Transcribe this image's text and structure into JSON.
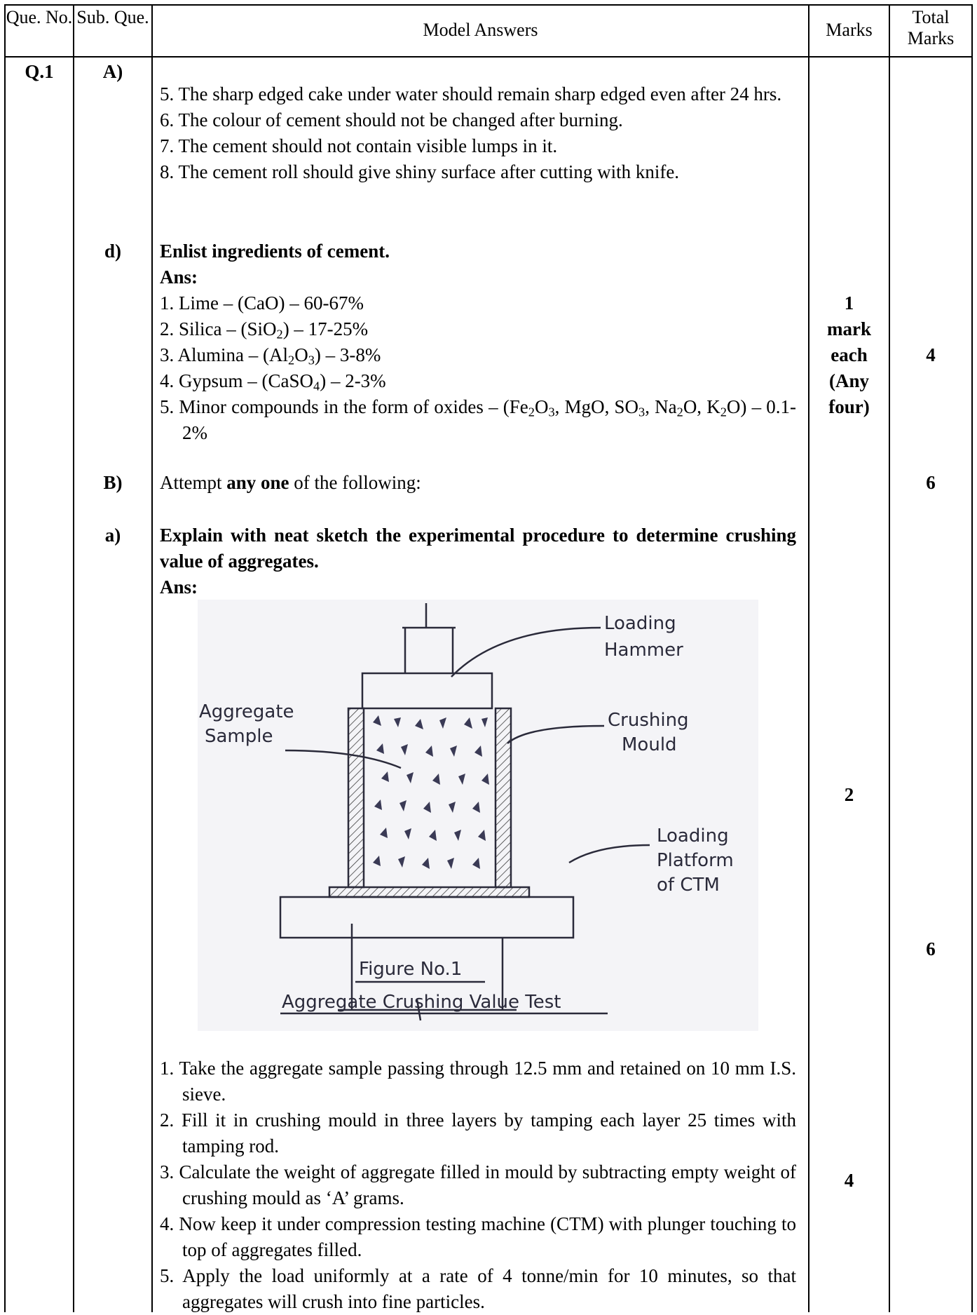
{
  "header": {
    "que_no": "Que. No.",
    "sub_que": "Sub. Que.",
    "model_answers": "Model Answers",
    "marks": "Marks",
    "total_marks": "Total Marks"
  },
  "question_label": "Q.1",
  "part_A": {
    "label": "A)",
    "items": [
      "5. The sharp edged cake under water should remain sharp edged even after 24 hrs.",
      "6. The colour of cement should not be changed after burning.",
      "7. The cement should not contain visible lumps in it.",
      "8. The cement roll should give shiny surface after cutting with knife."
    ]
  },
  "part_d": {
    "label": "d)",
    "question": "Enlist ingredients of cement.",
    "ans_label": "Ans:",
    "items": [
      {
        "pre": "1. Lime – (CaO) – 60-67%"
      },
      {
        "pre": "2. Silica – (SiO",
        "sub1": "2",
        "post": ") – 17-25%"
      },
      {
        "pre": "3. Alumina – (Al",
        "sub1": "2",
        "mid": "O",
        "sub2": "3",
        "post": ") – 3-8%"
      },
      {
        "pre": "4. Gypsum – (CaSO",
        "sub1": "4",
        "post": ") – 2-3%"
      }
    ],
    "item5": {
      "a": "5. Minor compounds in the form of oxides – (Fe",
      "s1": "2",
      "b": "O",
      "s2": "3",
      "c": ", MgO, SO",
      "s3": "3",
      "d": ",",
      "e": "Na",
      "s4": "2",
      "f": "O, K",
      "s5": "2",
      "g": "O) – 0.1-2%"
    },
    "marks_lines": [
      "1",
      "mark",
      "each",
      "(Any",
      "four)"
    ],
    "total": "4"
  },
  "part_B": {
    "label": "B)",
    "text_pre": "Attempt ",
    "text_bold": "any one",
    "text_post": " of the following:",
    "total": "6"
  },
  "part_a": {
    "label": "a)",
    "question": "Explain with neat sketch the experimental procedure to determine crushing value of aggregates.",
    "ans_label": "Ans:",
    "figure": {
      "loading_hammer": [
        "Loading",
        "Hammer"
      ],
      "crushing_mould": [
        "Crushing",
        "Mould"
      ],
      "aggregate_sample": [
        "Aggregate",
        "Sample"
      ],
      "loading_platform": [
        "Loading",
        "Platform",
        "of CTM"
      ],
      "figure_no": "Figure No.1",
      "figure_title": "Aggregate Crushing Value Test"
    },
    "sketch_marks": "2",
    "total": "6",
    "steps": [
      "1. Take the aggregate sample passing through 12.5 mm and retained on 10 mm I.S. sieve.",
      "2. Fill it in crushing mould in three layers by tamping each layer 25 times with tamping rod.",
      "3. Calculate the weight of aggregate filled in mould by subtracting empty weight of crushing mould as ‘A’ grams.",
      "4. Now keep it under compression testing machine (CTM) with plunger touching to top of aggregates filled.",
      "5. Apply the load uniformly at a rate of 4 tonne/min for 10 minutes, so that aggregates will crush into fine particles."
    ],
    "steps_marks": "4"
  }
}
